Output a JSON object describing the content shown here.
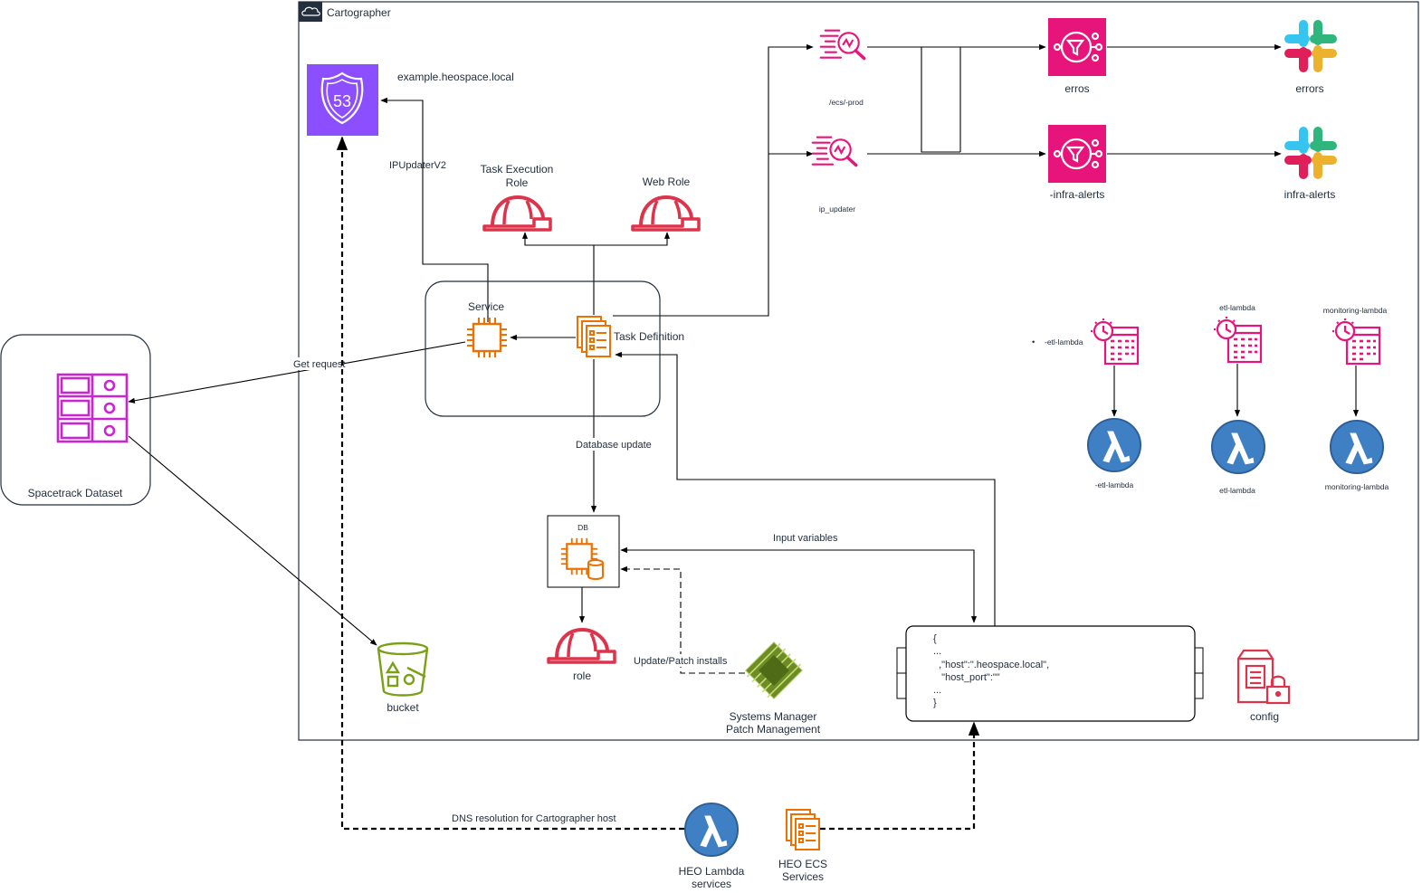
{
  "group": {
    "title": "Cartographer"
  },
  "nodes": {
    "route53": {
      "label": "example.heospace.local",
      "badge": "53"
    },
    "service": {
      "label": "Service"
    },
    "task_definition": {
      "label": "Task Definition"
    },
    "task_execution_role": {
      "label_line1": "Task Execution",
      "label_line2": "Role"
    },
    "web_role": {
      "label": "Web Role"
    },
    "log_ecs_prod": {
      "label": "/ecs/-prod"
    },
    "log_ip_updater": {
      "label": "ip_updater"
    },
    "sns_erros": {
      "label": "erros"
    },
    "sns_infra_alerts": {
      "label": "-infra-alerts"
    },
    "slack_errors": {
      "label": "errors"
    },
    "slack_infra_alerts": {
      "label": "infra-alerts"
    },
    "spacetrack": {
      "label": "Spacetrack Dataset"
    },
    "bucket": {
      "label": "bucket"
    },
    "db": {
      "label": "DB"
    },
    "role": {
      "label": "role"
    },
    "ssm": {
      "label_line1": "Systems Manager",
      "label_line2": "Patch Management"
    },
    "config_doc": {
      "lines": [
        "{",
        "...",
        "  ,\"host\":\".heospace.local\",",
        "   \"host_port\":\"\"",
        "...",
        "}"
      ]
    },
    "config_secret": {
      "label": "config"
    },
    "schedule_1": {
      "bullet": "•",
      "label": "-etl-lambda"
    },
    "schedule_2": {
      "label": "etl-lambda"
    },
    "schedule_3": {
      "label": "monitoring-lambda"
    },
    "lambda_1": {
      "label": "-etl-lambda"
    },
    "lambda_2": {
      "label": "etl-lambda"
    },
    "lambda_3": {
      "label": "monitoring-lambda"
    },
    "heo_lambda": {
      "label_line1": "HEO Lambda",
      "label_line2": "services"
    },
    "heo_ecs": {
      "label_line1": "HEO ECS",
      "label_line2": "Services"
    }
  },
  "edges": {
    "ip_updater": "IPUpdaterV2",
    "get_request": "Get request",
    "database_update": "Database update",
    "input_variables": "Input variables",
    "patch_installs": "Update/Patch installs",
    "dns_resolution": "DNS resolution for Cartographer host"
  },
  "colors": {
    "route53": "#8c4fff",
    "compute_orange": "#ed7100",
    "iam_red": "#dd344c",
    "cloudwatch_pink": "#e7157b",
    "sns_pink": "#e7157b",
    "storage_green": "#7aa116",
    "analytics_purple": "#c925d1",
    "lambda_blue": "#3f7fc3",
    "ssm_green": "#6d8d24"
  },
  "icons": {
    "route53": "route53-shield-icon",
    "service": "ecs-service-chip-icon",
    "task_definition": "task-definition-stack-icon",
    "role": "iam-role-hardhat-icon",
    "log": "cloudwatch-logs-search-icon",
    "sns": "sns-topic-icon",
    "slack": "slack-logo-icon",
    "dataset": "data-catalog-grid-icon",
    "bucket": "s3-bucket-icon",
    "db": "ec2-db-chip-icon",
    "ssm": "systems-manager-patch-icon",
    "schedule": "eventbridge-schedule-icon",
    "lambda": "lambda-icon",
    "secret": "secrets-config-lock-icon",
    "cloud": "cloud-group-icon"
  }
}
